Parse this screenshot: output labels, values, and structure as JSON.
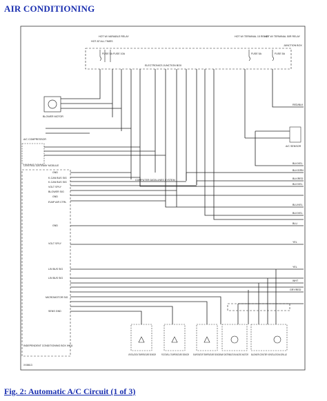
{
  "title": "AIR CONDITIONING",
  "caption": "Fig. 2: Automatic A/C Circuit (1 of 3)",
  "fuses": {
    "hot_at_all_times": "HOT AT ALL TIMES",
    "hot_w_variable_relay": "HOT W/ VARIABLE RELAY",
    "hot_w_terminal_15": "HOT W/ TERMINAL 15 RELAY",
    "hot_w_terminal_50r": "HOT W/ TERMINAL 50R RELAY",
    "junction_box": "JUNCTION BOX",
    "fuse_a": "FUSE 5A",
    "fuse_b": "FUSE 10A",
    "fuse_c": "FUSE 5A",
    "fuse_d": "FUSE 5A"
  },
  "junction_box_label": "ELECTRONICS JUNCTION BOX",
  "left_components": {
    "blower_motor": "BLOWER MOTOR",
    "ac_compressor": "A/C COMPRESSOR",
    "central_gateway": "CENTRAL GATEWAY MODULE",
    "ihka": "INDEPENDENT CONDITIONING BOX IHKA"
  },
  "left_pins": [
    "GND",
    "K-CAN BUS SIG",
    "K-CAN BUS SIG",
    "VOLT SPLY",
    "BLOWER SIG",
    "GND",
    "EVAP AIR CTRL",
    "GND",
    "VOLT SPLY",
    "LIN BUS SIG",
    "LIN BUS SIG",
    "MICROMOTOR SIG",
    "SENS GND"
  ],
  "right_components": {
    "ac_sensor": "A/C SENSOR",
    "left_code": "XX8613"
  },
  "wire_colors_right": [
    "RED/BLK",
    "BLK/VEL",
    "BLK/GRN",
    "BLK/RED",
    "BLK/VEL",
    "BLU/VEL",
    "BLK/VEL",
    "BLU",
    "YEL",
    "YEL",
    "WHT",
    "GRY/RED"
  ],
  "bottom_sensors": [
    "VENTILATION TEMPERATURE SENSOR",
    "FOOTWELL TEMPERATURE SENSOR",
    "EVAPORATOR TEMPERATURE SENSOR",
    "AIR DISTRIBUTION MICRO MOTOR",
    "BLOWER CENTER VENTILATION GRILLE"
  ],
  "gateway_note": "COMPUTER DATA LINES SYSTEM"
}
